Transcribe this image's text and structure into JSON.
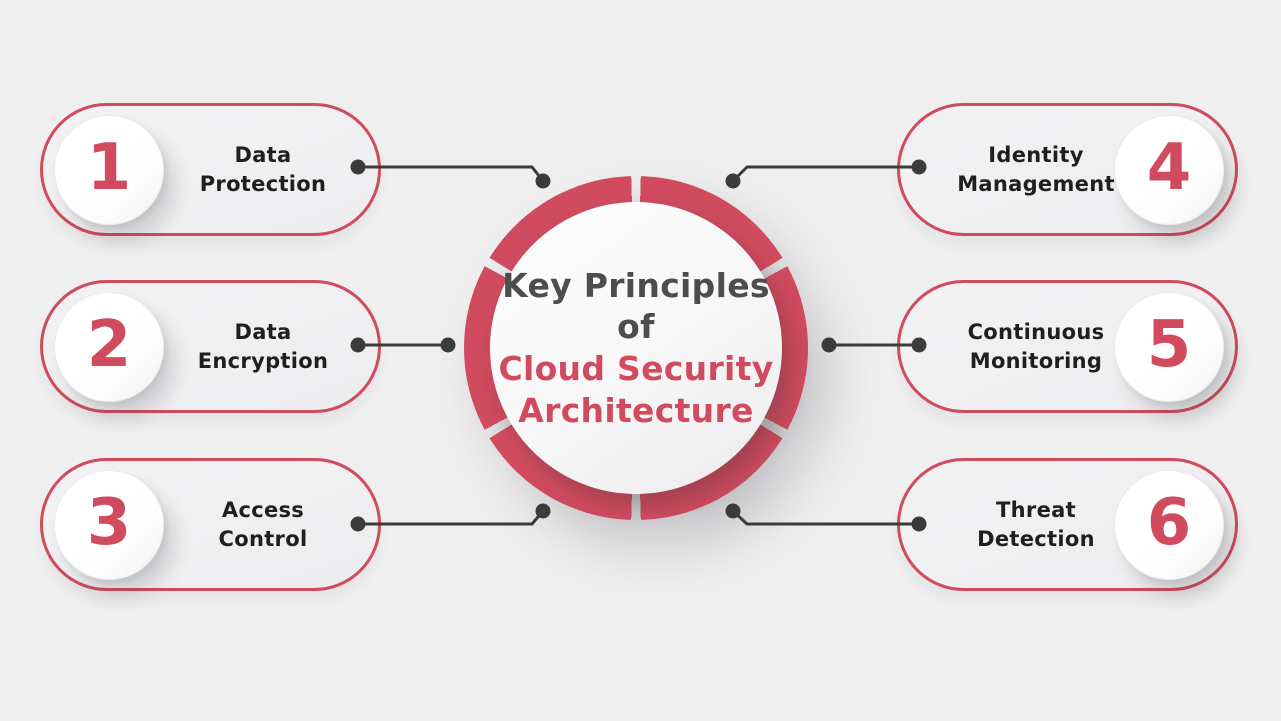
{
  "title": {
    "prefix": "Key Principles of",
    "highlight_line1": "Cloud Security",
    "highlight_line2": "Architecture"
  },
  "principles": [
    {
      "number": "1",
      "label": "Data Protection",
      "position": "left-top"
    },
    {
      "number": "2",
      "label": "Data Encryption",
      "position": "left-middle"
    },
    {
      "number": "3",
      "label": "Access Control",
      "position": "left-bottom"
    },
    {
      "number": "4",
      "label": "Identity Management",
      "position": "right-top"
    },
    {
      "number": "5",
      "label": "Continuous Monitoring",
      "position": "right-middle"
    },
    {
      "number": "6",
      "label": "Threat Detection",
      "position": "right-bottom"
    }
  ],
  "colors": {
    "accent_red": "#d04b5e",
    "title_gray": "#4d4d4f",
    "label_dark": "#1f1f1f",
    "connector": "#3b3b3b",
    "background": "#f0eff0",
    "card_white": "#fdfdfd"
  }
}
